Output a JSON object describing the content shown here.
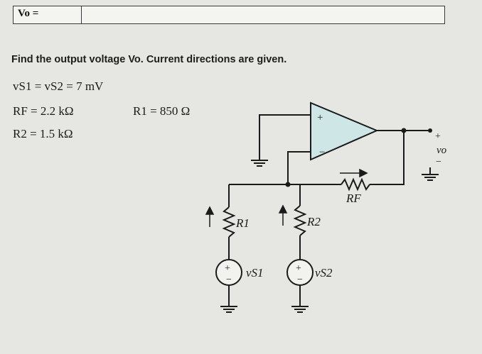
{
  "answer": {
    "label": "Vo =",
    "value": ""
  },
  "question": "Find the output voltage Vo. Current directions are given.",
  "given": {
    "vs": "vS1 = vS2 = 7 mV",
    "rf": "RF = 2.2 kΩ",
    "r1": "R1 = 850 Ω",
    "r2": "R2 = 1.5 kΩ"
  },
  "circuit": {
    "r1_label": "R1",
    "r2_label": "R2",
    "rf_label": "RF",
    "vs1_label": "vS1",
    "vs2_label": "vS2",
    "vo_label": "vo",
    "plus": "+",
    "minus": "−",
    "vo_plus": "+",
    "vo_minus": "−"
  }
}
